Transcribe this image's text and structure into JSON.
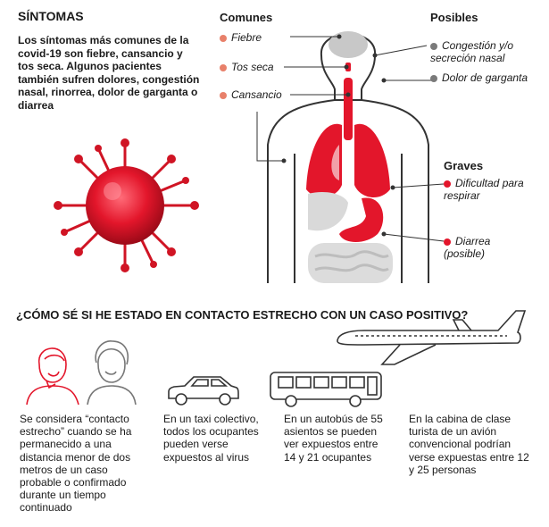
{
  "sintomas": {
    "title": "SÍNTOMAS",
    "intro": "Los síntomas más comunes de la covid-19 son fiebre, cansancio y tos seca. Algunos pacientes también sufren dolores, congestión nasal, rinorrea, dolor de garganta o diarrea"
  },
  "comunes": {
    "title": "Comunes",
    "items": [
      "Fiebre",
      "Tos seca",
      "Cansancio"
    ]
  },
  "posibles": {
    "title": "Posibles",
    "items": [
      "Congestión y/o secreción nasal",
      "Dolor de garganta"
    ]
  },
  "graves": {
    "title": "Graves",
    "items": [
      "Dificultad para respirar",
      "Diarrea (posible)"
    ]
  },
  "contacto": {
    "title": "¿CÓMO SÉ SI HE ESTADO EN CONTACTO ESTRECHO CON UN CASO POSITIVO?",
    "captions": [
      "Se considera “contacto estrecho” cuando se ha permanecido a una distancia menor de dos metros de un caso probable o confirmado durante un tiempo continuado",
      "En un taxi colectivo, todos los ocupantes pueden verse expuestos al virus",
      "En un autobús de 55 asientos se pueden ver expuestos entre 14 y 21 ocupantes",
      "En la cabina de clase turista de un avión convencional podrían verse expuestas entre 12 y 25 personas"
    ]
  },
  "colors": {
    "accent_red": "#e3162b",
    "accent_orange": "#e8806a",
    "gray": "#7a7a7a"
  },
  "icons": [
    "virus-icon",
    "human-body-icon",
    "people-icon",
    "taxi-icon",
    "bus-icon",
    "airplane-icon"
  ]
}
